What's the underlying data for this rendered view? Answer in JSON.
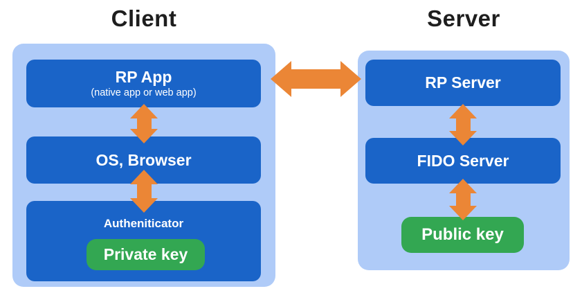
{
  "colors": {
    "container_blue": "#AFCBF8",
    "box_blue": "#1A64C8",
    "arrow_orange": "#EB8636",
    "key_green": "#33A752",
    "title_text": "#1E1E1E",
    "box_text": "#FFFFFF"
  },
  "client": {
    "title": "Client",
    "rp_app": {
      "label": "RP App",
      "sublabel": "(native app or web app)"
    },
    "os_browser": {
      "label": "OS, Browser"
    },
    "authenticator": {
      "label": "Autheniticator",
      "private_key_label": "Private key"
    }
  },
  "server": {
    "title": "Server",
    "rp_server": {
      "label": "RP Server"
    },
    "fido_server": {
      "label": "FIDO Server"
    },
    "public_key_label": "Public key"
  },
  "arrows": {
    "client_server_link": "RP App <-> RP Server",
    "rpapp_osbrowser_link": "RP App <-> OS, Browser",
    "osbrowser_authenticator_link": "OS, Browser <-> Autheniticator",
    "rpserver_fidoserver_link": "RP Server <-> FIDO Server",
    "fidoserver_publickey_link": "FIDO Server <-> Public key"
  }
}
